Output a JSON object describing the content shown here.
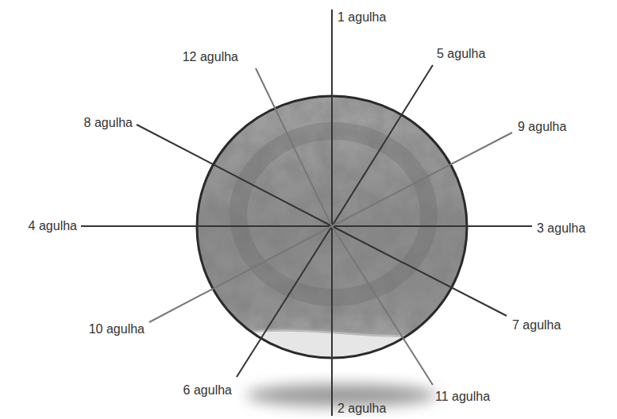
{
  "diagram": {
    "labels": [
      "1 agulha",
      "12 agulha",
      "5 agulha",
      "8 agulha",
      "9 agulha",
      "4 agulha",
      "3 agulha",
      "7 agulha",
      "10 agulha",
      "6 agulha",
      "11 agulha",
      "2 agulha"
    ]
  }
}
